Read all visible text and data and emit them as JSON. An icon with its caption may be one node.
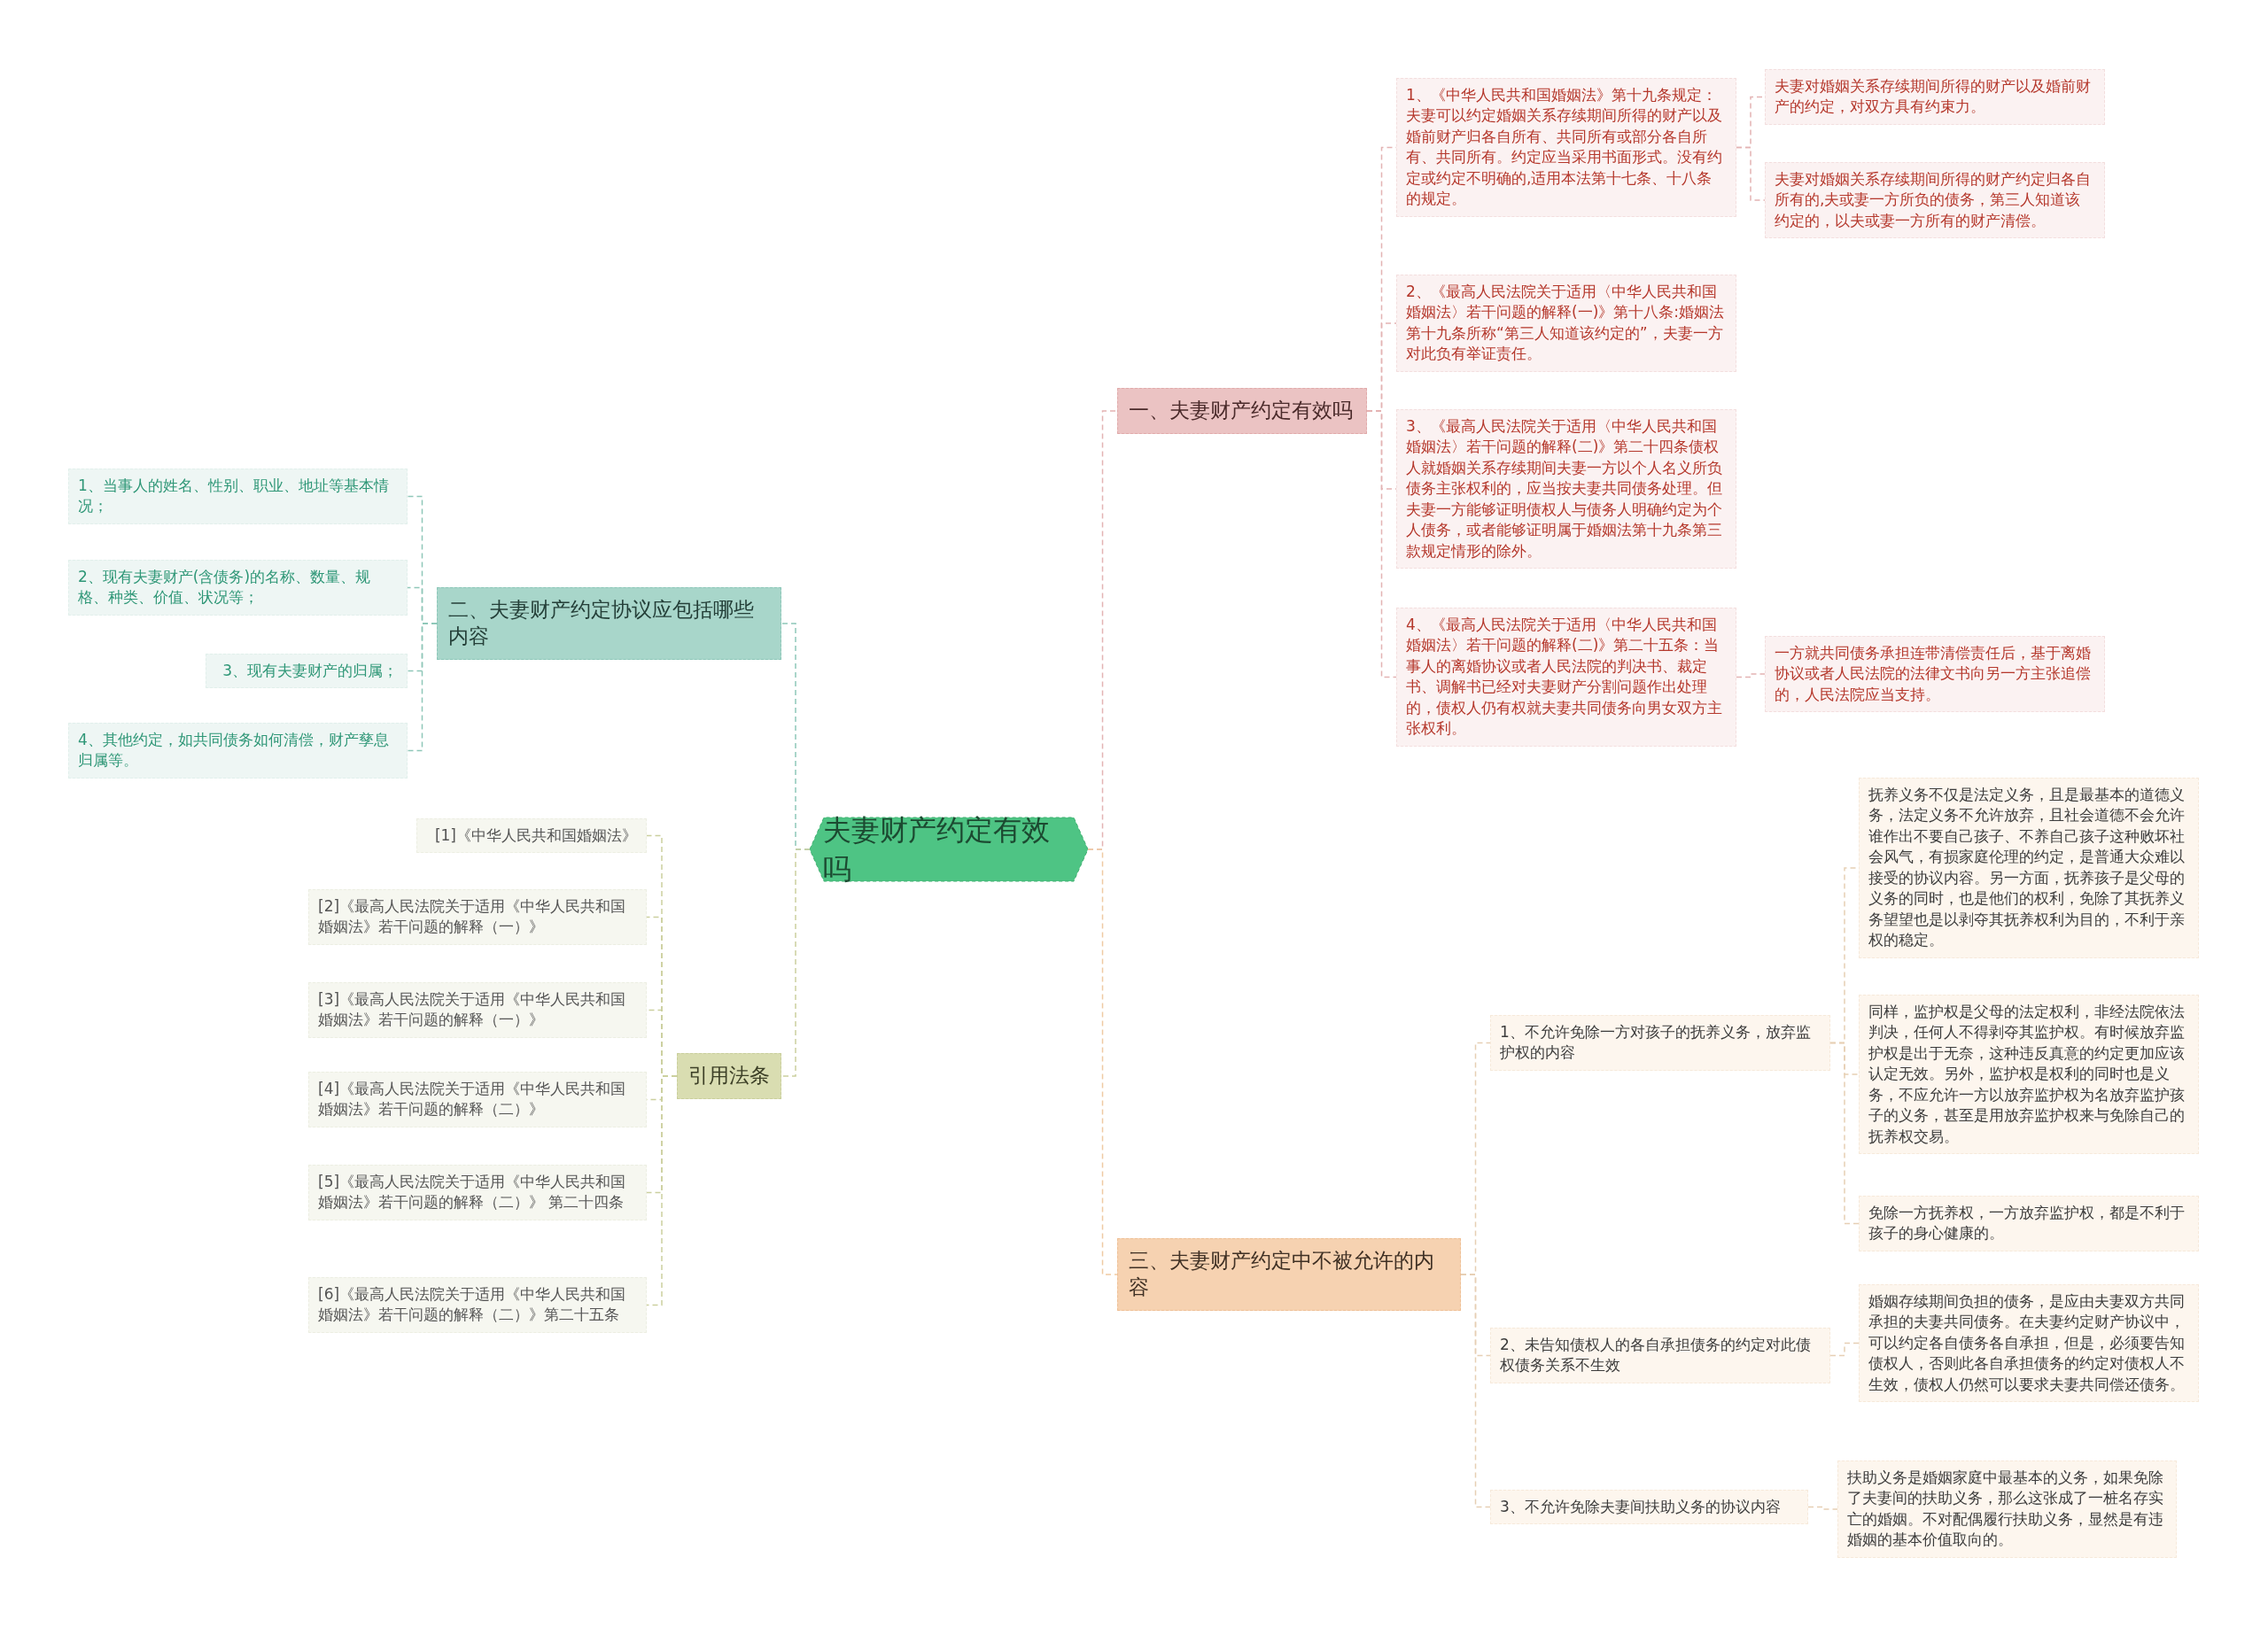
{
  "diagram": {
    "nodes": [
      {
        "text": [
          "夫妻财产约定有效吗"
        ]
      },
      {
        "text": [
          "一、夫妻财产约定有效吗"
        ]
      },
      {
        "text": [
          "1、《中华人民共和国婚姻法》第十九条规定：夫妻可以约定婚姻关系存续期间所得的财产以及婚前财产归各自所有、共同所有或部分各自所有、共同所有。约定应当采用书面形式。没有约定或约定不明确的,适用本法第十七条、十八条的规定。"
        ]
      },
      {
        "text": [
          "夫妻对婚姻关系存续期间所得的财产以及婚前财产的约定，对双方具有约束力。"
        ]
      },
      {
        "text": [
          "夫妻对婚姻关系存续期间所得的财产约定归各自所有的,夫或妻一方所负的债务，第三人知道该约定的，以夫或妻一方所有的财产清偿。"
        ]
      },
      {
        "text": [
          "2、《最高人民法院关于适用〈中华人民共和国婚姻法〉若干问题的解释(一)》第十八条:婚姻法第十九条所称“第三人知道该约定的”，夫妻一方对此负有举证责任。"
        ]
      },
      {
        "text": [
          "3、《最高人民法院关于适用〈中华人民共和国婚姻法〉若干问题的解释(二)》第二十四条债权人就婚姻关系存续期间夫妻一方以个人名义所负债务主张权利的，应当按夫妻共同债务处理。但夫妻一方能够证明债权人与债务人明确约定为个人债务，或者能够证明属于婚姻法第十九条第三款规定情形的除外。"
        ]
      },
      {
        "text": [
          "4、《最高人民法院关于适用〈中华人民共和国婚姻法〉若干问题的解释(二)》第二十五条：当事人的离婚协议或者人民法院的判决书、裁定书、调解书已经对夫妻财产分割问题作出处理的，债权人仍有权就夫妻共同债务向男女双方主张权利。"
        ]
      },
      {
        "text": [
          "一方就共同债务承担连带清偿责任后，基于离婚协议或者人民法院的法律文书向另一方主张追偿的，人民法院应当支持。"
        ]
      },
      {
        "text": [
          "二、夫妻财产约定协议应包括哪些内容"
        ]
      },
      {
        "text": [
          "1、当事人的姓名、性别、职业、地址等基本情况；"
        ]
      },
      {
        "text": [
          "2、现有夫妻财产(含债务)的名称、数量、规格、种类、价值、状况等；"
        ]
      },
      {
        "text": [
          "3、现有夫妻财产的归属；"
        ]
      },
      {
        "text": [
          "4、其他约定，如共同债务如何清偿，财产孳息归属等。"
        ]
      },
      {
        "text": [
          "引用法条"
        ]
      },
      {
        "text": [
          "[1]《中华人民共和国婚姻法》"
        ]
      },
      {
        "text": [
          "[2]《最高人民法院关于适用《中华人民共和国婚姻法》若干问题的解释（一）》"
        ]
      },
      {
        "text": [
          "[3]《最高人民法院关于适用《中华人民共和国婚姻法》若干问题的解释（一）》"
        ]
      },
      {
        "text": [
          "[4]《最高人民法院关于适用《中华人民共和国婚姻法》若干问题的解释（二）》"
        ]
      },
      {
        "text": [
          "[5]《最高人民法院关于适用《中华人民共和国婚姻法》若干问题的解释（二）》 第二十四条"
        ]
      },
      {
        "text": [
          "[6]《最高人民法院关于适用《中华人民共和国婚姻法》若干问题的解释（二）》第二十五条"
        ]
      },
      {
        "text": [
          "三、夫妻财产约定中不被允许的内容"
        ]
      },
      {
        "text": [
          "1、不允许免除一方对孩子的抚养义务，放弃监护权的内容"
        ]
      },
      {
        "text": [
          "抚养义务不仅是法定义务，且是最基本的道德义务，法定义务不允许放弃，且社会道德不会允许谁作出不要自己孩子、不养自己孩子这种败坏社会风气，有损家庭伦理的约定，是普通大众难以接受的协议内容。另一方面，抚养孩子是父母的义务的同时，也是他们的权利，免除了其抚养义务望望也是以剥夺其抚养权利为目的，不利于亲权的稳定。"
        ]
      },
      {
        "text": [
          "同样，监护权是父母的法定权利，非经法院依法判决，任何人不得剥夺其监护权。有时候放弃监护权是出于无奈，这种违反真意的约定更加应该认定无效。另外，监护权是权利的同时也是义务，不应允许一方以放弃监护权为名放弃监护孩子的义务，甚至是用放弃监护权来与免除自己的抚养权交易。"
        ]
      },
      {
        "text": [
          "免除一方抚养权，一方放弃监护权，都是不利于孩子的身心健康的。"
        ]
      },
      {
        "text": [
          "2、未告知债权人的各自承担债务的约定对此债权债务关系不生效"
        ]
      },
      {
        "text": [
          "婚姻存续期间负担的债务，是应由夫妻双方共同承担的夫妻共同债务。在夫妻约定财产协议中，可以约定各自债务各自承担，但是，必须要告知债权人，否则此各自承担债务的约定对债权人不生效，债权人仍然可以要求夫妻共同偿还债务。"
        ]
      },
      {
        "text": [
          "3、不允许免除夫妻间扶助义务的协议内容"
        ]
      },
      {
        "text": [
          "扶助义务是婚姻家庭中最基本的义务，如果免除了夫妻间的扶助义务，那么这张成了一桩名存实亡的婚姻。不对配偶履行扶助义务，显然是有违婚姻的基本价值取向的。"
        ]
      }
    ],
    "edges": [
      {
        "from": 0,
        "to": 1,
        "arrow": "none",
        "style": "dashed",
        "color": "#e3b3b3"
      },
      {
        "from": 1,
        "to": 2,
        "arrow": "none",
        "style": "dashed",
        "color": "#e3b3b3"
      },
      {
        "from": 2,
        "to": 3,
        "arrow": "none",
        "style": "dashed",
        "color": "#e3b3b3"
      },
      {
        "from": 2,
        "to": 4,
        "arrow": "none",
        "style": "dashed",
        "color": "#e3b3b3"
      },
      {
        "from": 1,
        "to": 5,
        "arrow": "none",
        "style": "dashed",
        "color": "#e3b3b3"
      },
      {
        "from": 1,
        "to": 6,
        "arrow": "none",
        "style": "dashed",
        "color": "#e3b3b3"
      },
      {
        "from": 1,
        "to": 7,
        "arrow": "none",
        "style": "dashed",
        "color": "#e3b3b3"
      },
      {
        "from": 7,
        "to": 8,
        "arrow": "none",
        "style": "dashed",
        "color": "#e3b3b3"
      },
      {
        "from": 0,
        "to": 9,
        "arrow": "none",
        "style": "dashed",
        "color": "#8fc7b9"
      },
      {
        "from": 9,
        "to": 10,
        "arrow": "none",
        "style": "dashed",
        "color": "#8fc7b9"
      },
      {
        "from": 9,
        "to": 11,
        "arrow": "none",
        "style": "dashed",
        "color": "#8fc7b9"
      },
      {
        "from": 9,
        "to": 12,
        "arrow": "none",
        "style": "dashed",
        "color": "#8fc7b9"
      },
      {
        "from": 9,
        "to": 13,
        "arrow": "none",
        "style": "dashed",
        "color": "#8fc7b9"
      },
      {
        "from": 0,
        "to": 14,
        "arrow": "none",
        "style": "dashed",
        "color": "#cbd09e"
      },
      {
        "from": 14,
        "to": 15,
        "arrow": "none",
        "style": "dashed",
        "color": "#cbd09e"
      },
      {
        "from": 14,
        "to": 16,
        "arrow": "none",
        "style": "dashed",
        "color": "#cbd09e"
      },
      {
        "from": 14,
        "to": 17,
        "arrow": "none",
        "style": "dashed",
        "color": "#cbd09e"
      },
      {
        "from": 14,
        "to": 18,
        "arrow": "none",
        "style": "dashed",
        "color": "#cbd09e"
      },
      {
        "from": 14,
        "to": 19,
        "arrow": "none",
        "style": "dashed",
        "color": "#cbd09e"
      },
      {
        "from": 14,
        "to": 20,
        "arrow": "none",
        "style": "dashed",
        "color": "#cbd09e"
      },
      {
        "from": 0,
        "to": 21,
        "arrow": "none",
        "style": "dashed",
        "color": "#efcaa3"
      },
      {
        "from": 21,
        "to": 22,
        "arrow": "none",
        "style": "dashed",
        "color": "#e6cfb4"
      },
      {
        "from": 22,
        "to": 23,
        "arrow": "none",
        "style": "dashed",
        "color": "#e6cfb4"
      },
      {
        "from": 22,
        "to": 24,
        "arrow": "none",
        "style": "dashed",
        "color": "#e6cfb4"
      },
      {
        "from": 22,
        "to": 25,
        "arrow": "none",
        "style": "dashed",
        "color": "#e6cfb4"
      },
      {
        "from": 21,
        "to": 26,
        "arrow": "none",
        "style": "dashed",
        "color": "#e6cfb4"
      },
      {
        "from": 26,
        "to": 27,
        "arrow": "none",
        "style": "dashed",
        "color": "#e6cfb4"
      },
      {
        "from": 21,
        "to": 28,
        "arrow": "none",
        "style": "dashed",
        "color": "#e6cfb4"
      },
      {
        "from": 28,
        "to": 29,
        "arrow": "none",
        "style": "dashed",
        "color": "#e6cfb4"
      }
    ]
  }
}
